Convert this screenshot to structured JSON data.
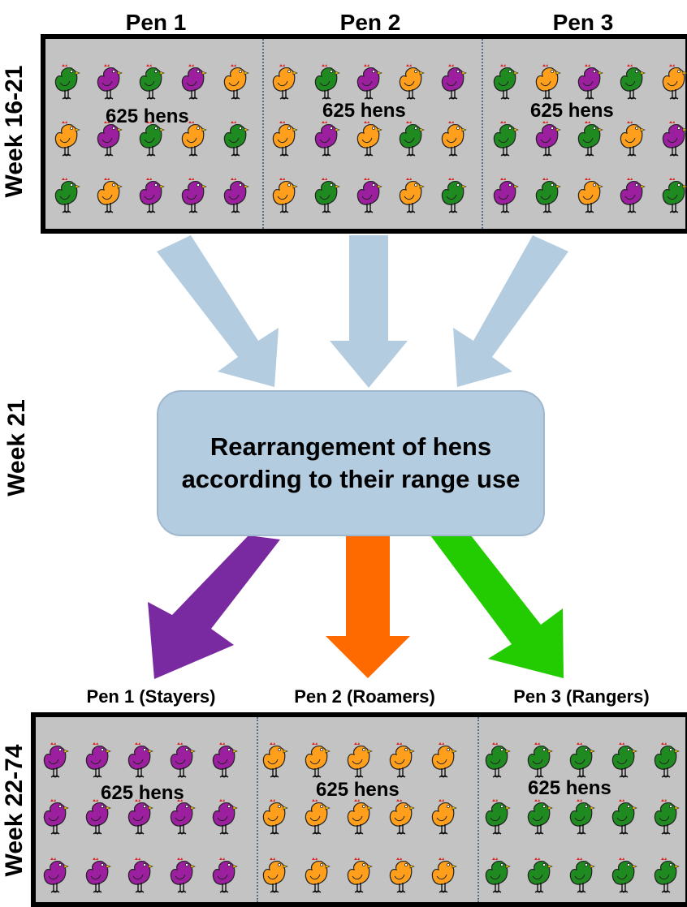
{
  "top_section": {
    "week_label": "Week 16-21",
    "pens": [
      {
        "label": "Pen 1",
        "count_label": "625 hens",
        "hens": [
          "green",
          "purple",
          "green",
          "purple",
          "orange",
          "orange",
          "purple",
          "green",
          "orange",
          "green",
          "green",
          "orange",
          "purple",
          "purple",
          "purple"
        ]
      },
      {
        "label": "Pen 2",
        "count_label": "625 hens",
        "hens": [
          "orange",
          "green",
          "purple",
          "orange",
          "purple",
          "orange",
          "purple",
          "orange",
          "green",
          "orange",
          "orange",
          "green",
          "purple",
          "orange",
          "green"
        ]
      },
      {
        "label": "Pen 3",
        "count_label": "625 hens",
        "hens": [
          "green",
          "orange",
          "purple",
          "green",
          "orange",
          "green",
          "purple",
          "green",
          "orange",
          "purple",
          "purple",
          "green",
          "orange",
          "purple",
          "green"
        ]
      }
    ]
  },
  "middle_section": {
    "week_label": "Week 21",
    "process_text": "Rearrangement of hens according to their range use"
  },
  "bottom_section": {
    "week_label": "Week 22-74",
    "pens": [
      {
        "label": "Pen 1 (Stayers)",
        "count_label": "625 hens",
        "color": "purple"
      },
      {
        "label": "Pen 2 (Roamers)",
        "count_label": "625 hens",
        "color": "orange"
      },
      {
        "label": "Pen 3 (Rangers)",
        "count_label": "625 hens",
        "color": "green"
      }
    ]
  },
  "colors": {
    "purple": "#9b1f9e",
    "orange": "#ff9f1c",
    "green": "#1f8a1f",
    "input_arrow": "#b4cce0",
    "stayers_arrow": "#7a2aa0",
    "roamers_arrow": "#ff6a00",
    "rangers_arrow": "#22cc00"
  }
}
